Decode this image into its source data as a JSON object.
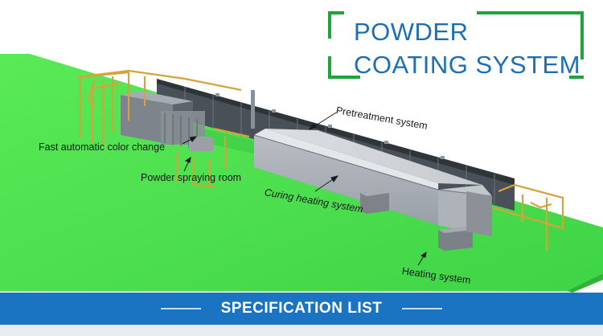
{
  "title": {
    "line1": "POWDER",
    "line2": "COATING SYSTEM"
  },
  "labels": {
    "pretreatment": "Pretreatment system",
    "color_change": "Fast automatic color change",
    "spraying_room": "Powder spraying room",
    "curing": "Curing heating system",
    "heating": "Heating system"
  },
  "footer": {
    "title": "SPECIFICATION LIST"
  },
  "colors": {
    "accent_blue": "#1c6fb7",
    "frame_green": "#22a23b",
    "floor_green": "#4ce24f",
    "footer_blue": "#1b74c2"
  }
}
